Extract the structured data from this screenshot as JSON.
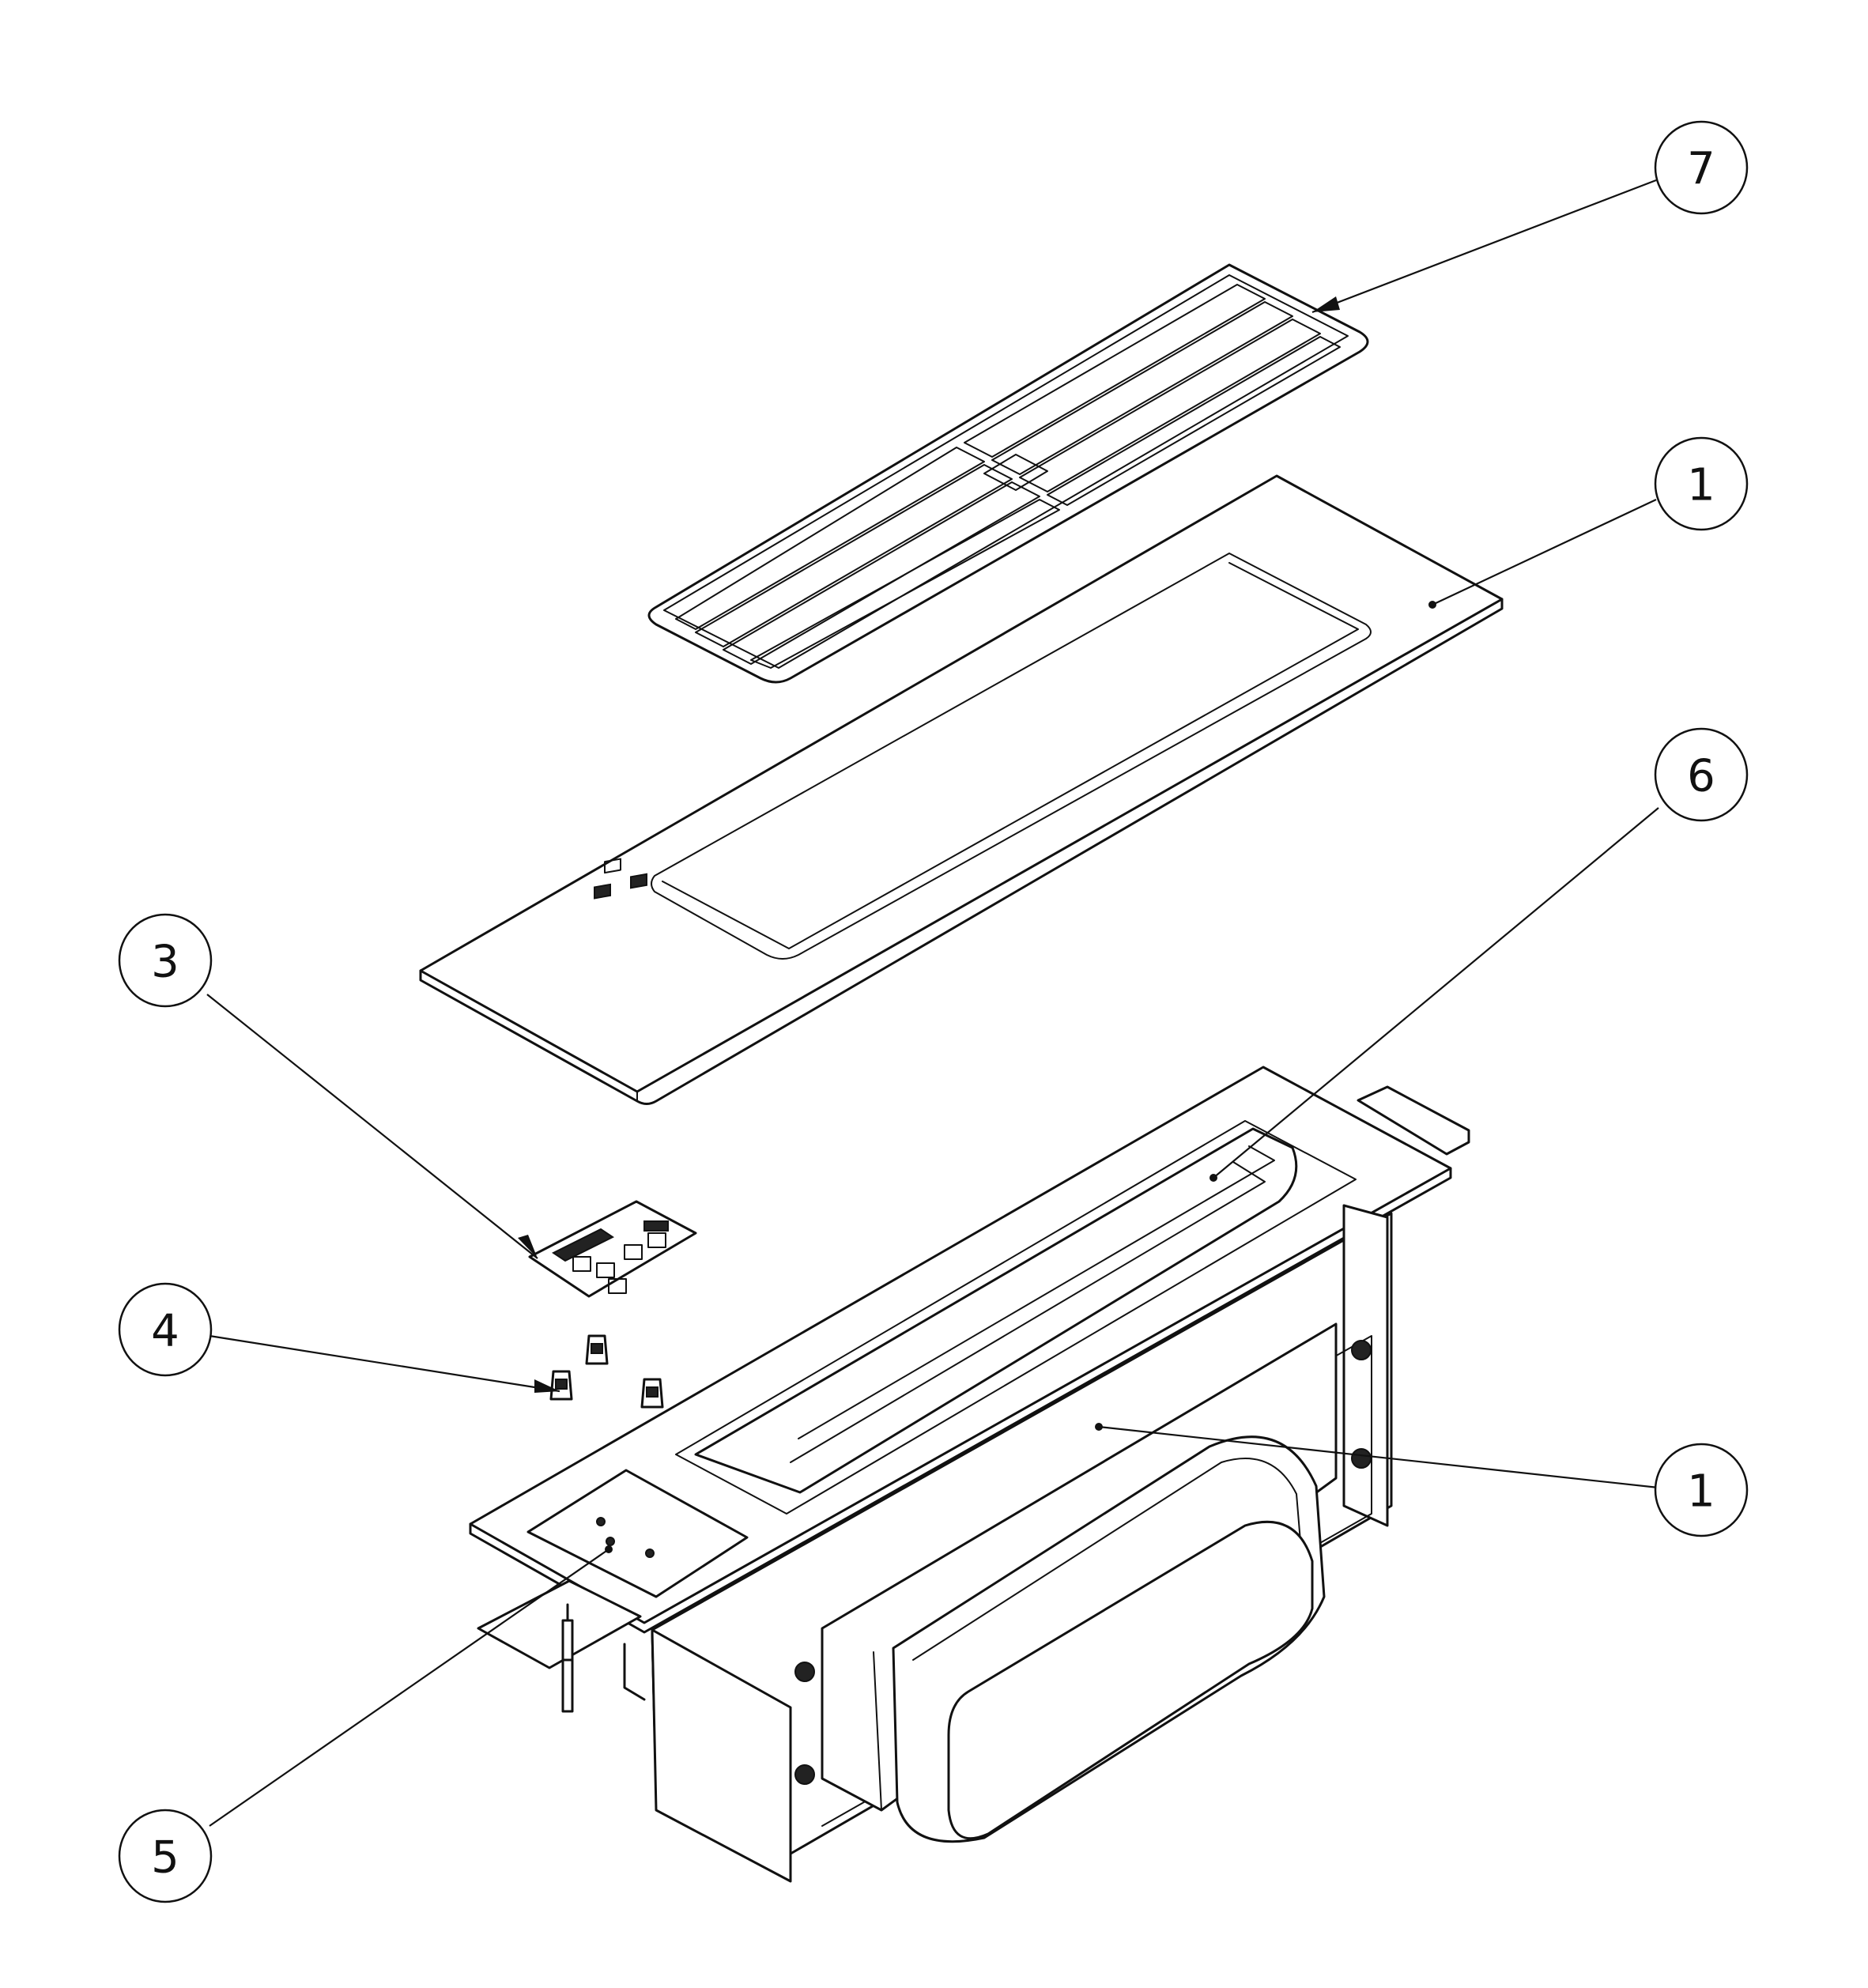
{
  "callouts": [
    {
      "label": "7"
    },
    {
      "label": "1"
    },
    {
      "label": "6"
    },
    {
      "label": "3"
    },
    {
      "label": "4"
    },
    {
      "label": "1"
    },
    {
      "label": "5"
    }
  ],
  "colors": {
    "line": "#111111",
    "background": "#ffffff"
  }
}
